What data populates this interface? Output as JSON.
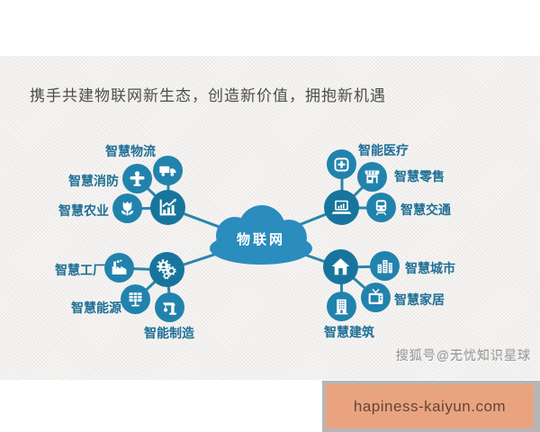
{
  "title": "携手共建物联网新生态，创造新价值，拥抱新机遇",
  "cloud": {
    "label": "物联网"
  },
  "nodes": {
    "logistics": {
      "label": "智慧物流",
      "icon": "truck-icon"
    },
    "fire": {
      "label": "智慧消防",
      "icon": "fire-hydrant-icon"
    },
    "agriculture": {
      "label": "智慧农业",
      "icon": "tulip-icon"
    },
    "factory": {
      "label": "智慧工厂",
      "icon": "factory-icon"
    },
    "energy": {
      "label": "智慧能源",
      "icon": "solar-panel-icon"
    },
    "manufacturing": {
      "label": "智能制造",
      "icon": "robot-arm-icon"
    },
    "healthcare": {
      "label": "智能医疗",
      "icon": "medical-kit-icon"
    },
    "retail": {
      "label": "智慧零售",
      "icon": "storefront-icon"
    },
    "transport": {
      "label": "智慧交通",
      "icon": "train-icon"
    },
    "city": {
      "label": "智慧城市",
      "icon": "city-buildings-icon"
    },
    "home": {
      "label": "智慧家居",
      "icon": "tv-icon"
    },
    "building": {
      "label": "智慧建筑",
      "icon": "office-building-icon"
    }
  },
  "hubs": {
    "analytics": {
      "icon": "bar-chart-icon"
    },
    "industry": {
      "icon": "gears-icon"
    },
    "computing": {
      "icon": "laptop-chart-icon"
    },
    "living": {
      "icon": "house-icon"
    }
  },
  "watermark": {
    "text": "搜狐号@无忧知识星球"
  },
  "footer": {
    "url": "hapiness-kaiyun.com"
  },
  "colors": {
    "cloud_blue": "#2b8cbe",
    "satellite_blue": "#2183ad",
    "hub_blue": "#17759d",
    "line_blue": "#2a85ad",
    "label_blue": "#1e6f96",
    "title_gray": "#4d4d4d",
    "panel_gray": "#f2f0ee",
    "footer_salmon": "#e9a47f",
    "footer_border_gray": "#b6b6b6"
  }
}
